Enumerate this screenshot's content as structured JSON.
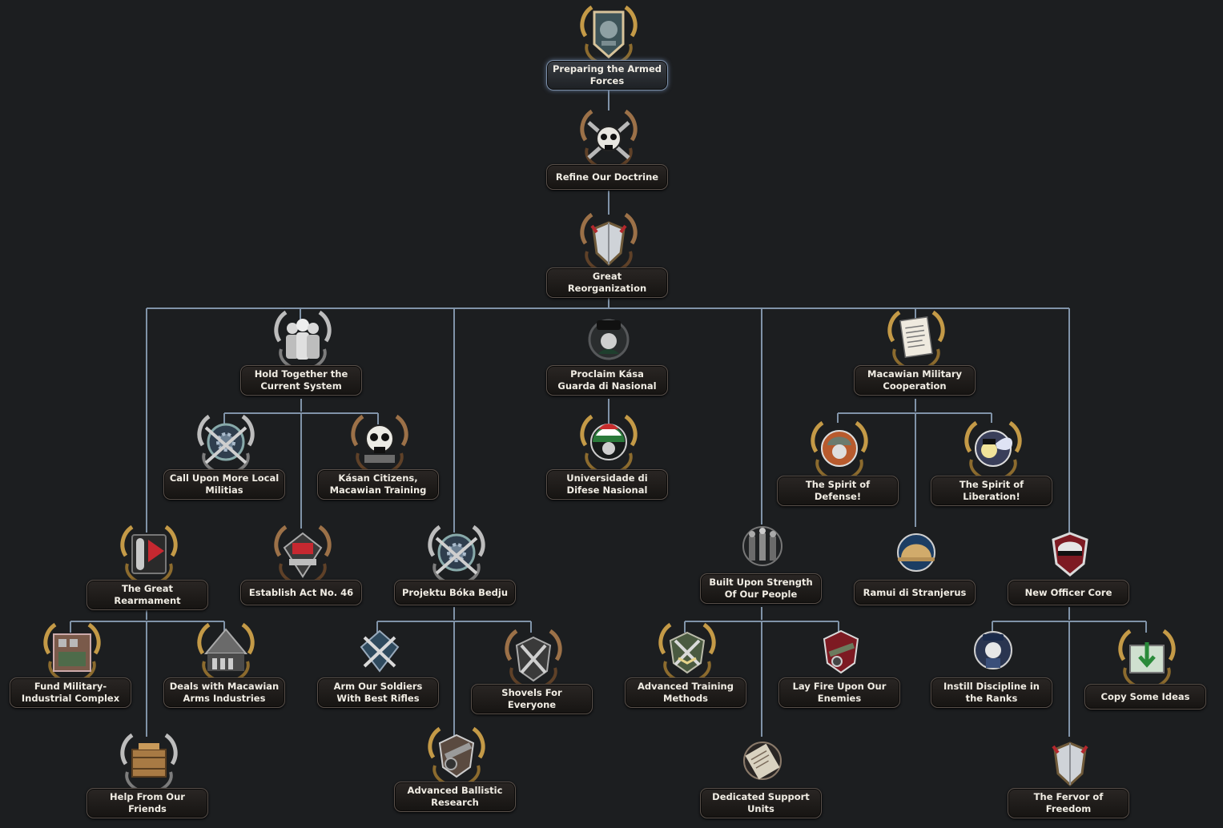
{
  "focus_tree": {
    "nodes": [
      {
        "id": "preparing",
        "label": "Preparing the Armed Forces",
        "icon": "horse-portrait-shield-icon",
        "frame": "gold"
      },
      {
        "id": "refine",
        "label": "Refine Our Doctrine",
        "icon": "skull-crossed-rifles-icon",
        "frame": "bronze"
      },
      {
        "id": "reorg",
        "label": "Great Reorganization",
        "icon": "shield-icon",
        "frame": "bronze"
      },
      {
        "id": "hold",
        "label": "Hold Together the Current System",
        "icon": "soldiers-group-icon",
        "frame": "silver"
      },
      {
        "id": "proclaim",
        "label": "Proclaim Kása Guarda di Nasional",
        "icon": "officer-portrait-icon",
        "frame": "plain"
      },
      {
        "id": "cooperation",
        "label": "Macawian Military Cooperation",
        "icon": "document-icon",
        "frame": "gold"
      },
      {
        "id": "militias",
        "label": "Call Upon More Local Militias",
        "icon": "gear-crossed-rifles-icon",
        "frame": "silver"
      },
      {
        "id": "kasan",
        "label": "Kásan Citizens, Macawian Training",
        "icon": "skull-icon",
        "frame": "bronze"
      },
      {
        "id": "university",
        "label": "Universidade di Difese Nasional",
        "icon": "academy-crest-icon",
        "frame": "gold"
      },
      {
        "id": "spirit_def",
        "label": "The Spirit of Defense!",
        "icon": "helmeted-soldier-icon",
        "frame": "gold"
      },
      {
        "id": "spirit_lib",
        "label": "The Spirit of Liberation!",
        "icon": "winged-pony-icon",
        "frame": "gold"
      },
      {
        "id": "rearm",
        "label": "The Great Rearmament",
        "icon": "shell-and-red-flag-icon",
        "frame": "gold"
      },
      {
        "id": "act46",
        "label": "Establish Act No. 46",
        "icon": "red-flag-tank-icon",
        "frame": "bronze"
      },
      {
        "id": "projektu",
        "label": "Projektu Bóka Bedju",
        "icon": "gear-crossed-rifles-icon",
        "frame": "silver"
      },
      {
        "id": "built",
        "label": "Built Upon Strength Of Our People",
        "icon": "crowd-icon",
        "frame": "plain"
      },
      {
        "id": "ramui",
        "label": "Ramui di Stranjerus",
        "icon": "pith-helmet-icon",
        "frame": "plain"
      },
      {
        "id": "officer",
        "label": "New Officer Core",
        "icon": "officer-cap-shield-icon",
        "frame": "plain"
      },
      {
        "id": "fund",
        "label": "Fund Military-Industrial Complex",
        "icon": "factory-icon",
        "frame": "gold"
      },
      {
        "id": "deals",
        "label": "Deals with Macawian Arms Industries",
        "icon": "arms-factory-icon",
        "frame": "gold"
      },
      {
        "id": "rifles",
        "label": "Arm Our Soldiers With Best Rifles",
        "icon": "crossed-rifles-icon",
        "frame": "plain"
      },
      {
        "id": "shovels",
        "label": "Shovels For Everyone",
        "icon": "crossed-shovels-icon",
        "frame": "bronze"
      },
      {
        "id": "training",
        "label": "Advanced Training Methods",
        "icon": "crossed-rifles-chevron-icon",
        "frame": "gold"
      },
      {
        "id": "layfire",
        "label": "Lay Fire Upon Our Enemies",
        "icon": "artillery-gun-icon",
        "frame": "plain"
      },
      {
        "id": "discipline",
        "label": "Instill Discipline in the Ranks",
        "icon": "officer-pony-icon",
        "frame": "plain"
      },
      {
        "id": "copy",
        "label": "Copy Some Ideas",
        "icon": "blueprint-arrow-icon",
        "frame": "gold"
      },
      {
        "id": "help",
        "label": "Help From Our Friends",
        "icon": "supply-crate-icon",
        "frame": "silver"
      },
      {
        "id": "ballistic",
        "label": "Advanced Ballistic Research",
        "icon": "cannon-icon",
        "frame": "gold"
      },
      {
        "id": "support",
        "label": "Dedicated Support Units",
        "icon": "scroll-icon",
        "frame": "plain"
      },
      {
        "id": "fervor",
        "label": "The Fervor of Freedom",
        "icon": "shield-icon",
        "frame": "plain"
      }
    ]
  },
  "colors": {
    "background": "#1c1e20",
    "connector": "#8093a8",
    "gold": "#c49a47",
    "silver": "#b9b9b9",
    "bronze": "#9c7148",
    "label_text": "#f1ede4"
  }
}
